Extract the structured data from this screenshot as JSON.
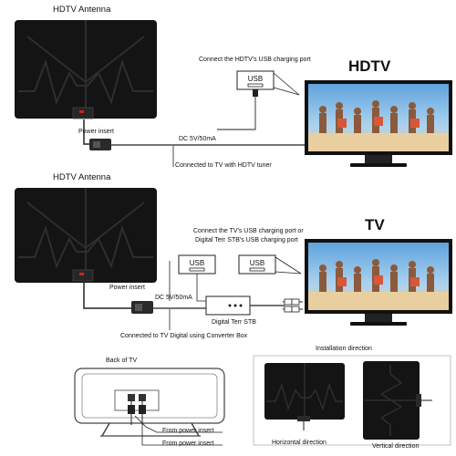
{
  "top": {
    "antenna_title": "HDTV Antenna",
    "port_note": "Connect the HDTV's USB charging port",
    "usb_label": "USB",
    "tv_title": "HDTV",
    "power_insert": "Power insert",
    "dc_label": "DC 5V/50mA",
    "tuner_note": "Connected to TV with HDTV tuner"
  },
  "middle": {
    "antenna_title": "HDTV Antenna",
    "port_note_line1": "Connect the TV's USB charging port or",
    "port_note_line2": "Digital Terr STB's USB charging port",
    "usb_left": "USB",
    "usb_right": "USB",
    "tv_title": "TV",
    "power_insert": "Power insert",
    "dc_label": "DC 5V/50mA",
    "stb_label": "Digital Terr STB",
    "converter_note": "Connected to TV Digital using Converter Box"
  },
  "bottom": {
    "back_title": "Back of TV",
    "from_power_1": "From power insert",
    "from_power_2": "From power insert",
    "install_title": "Installation direction",
    "horizontal": "Horizontal direction",
    "vertical": "Vertical direction"
  },
  "colors": {
    "antenna": "#141414",
    "indicator": "#d42020",
    "line": "#222222",
    "sky": "#7fb6e0",
    "sand": "#e9cfa0"
  }
}
